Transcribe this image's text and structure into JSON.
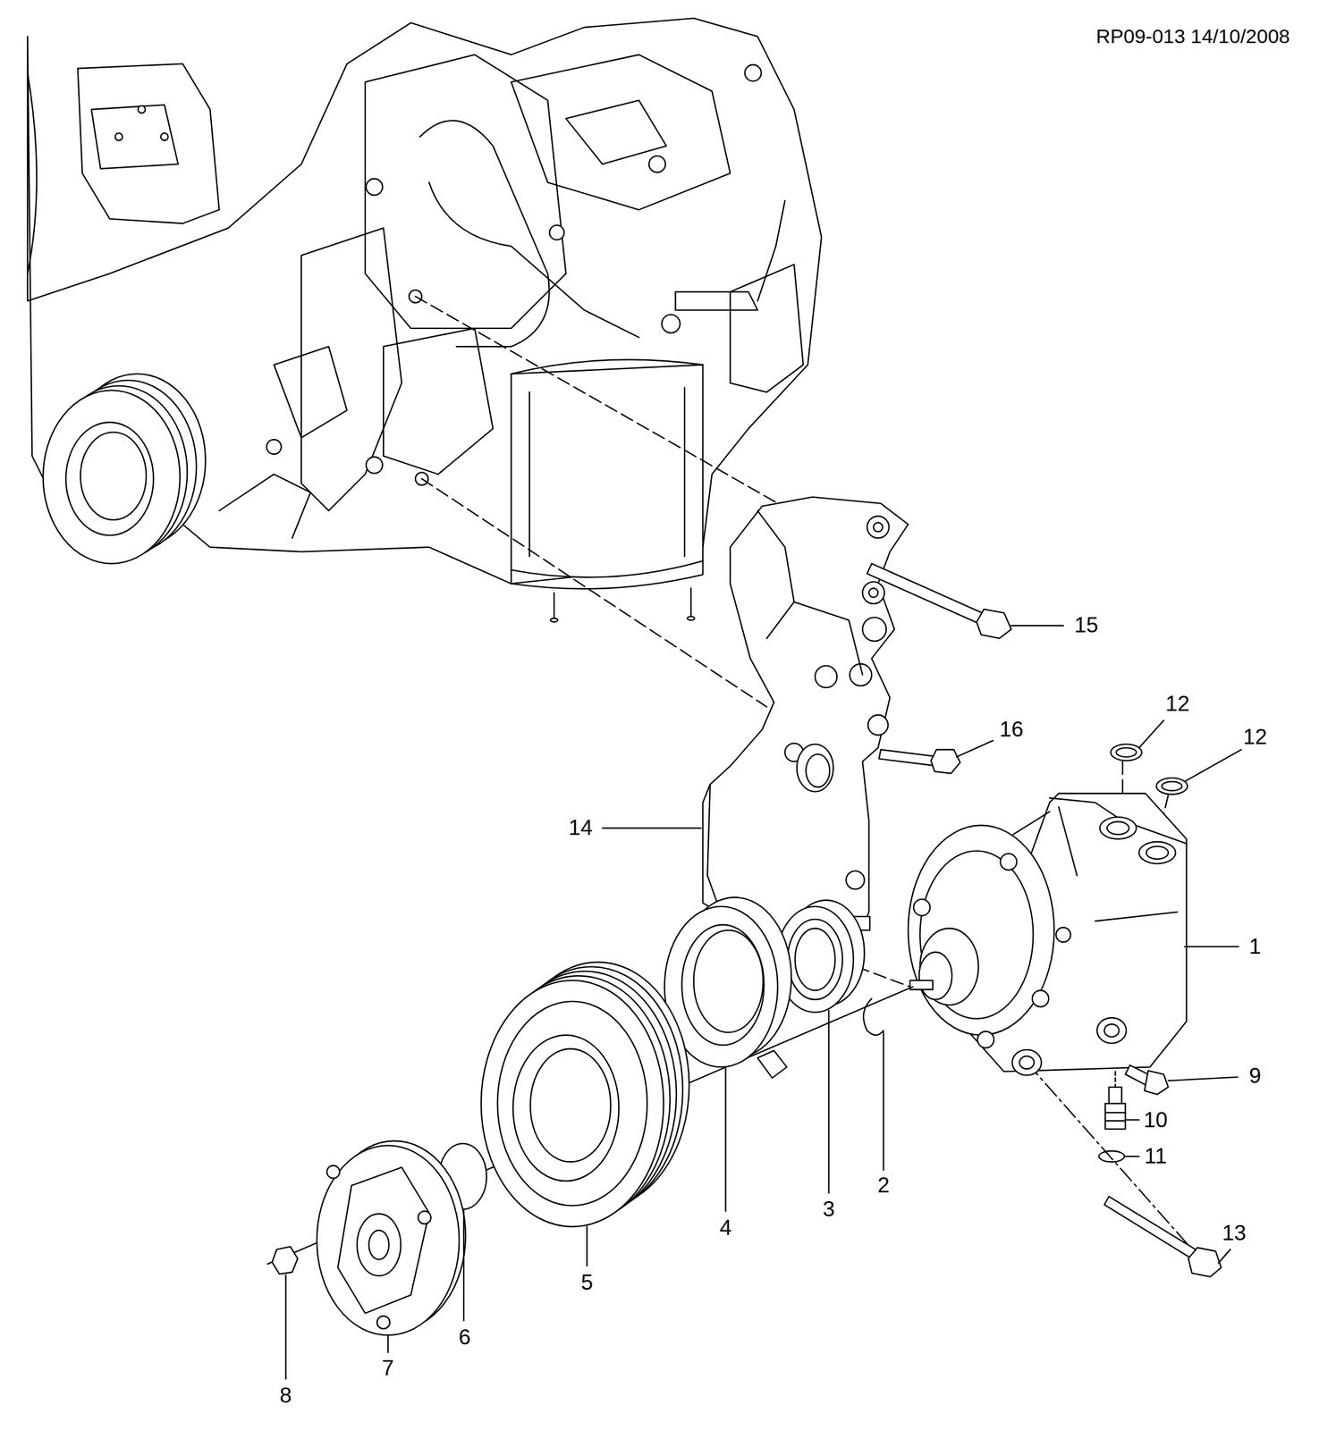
{
  "diagram": {
    "labels": [
      "RP09-013 14/10/2008",
      "15",
      "12",
      "12",
      "16",
      "14",
      "1",
      "9",
      "10",
      "11",
      "2",
      "3",
      "4",
      "5",
      "6",
      "7",
      "8",
      "13"
    ]
  }
}
